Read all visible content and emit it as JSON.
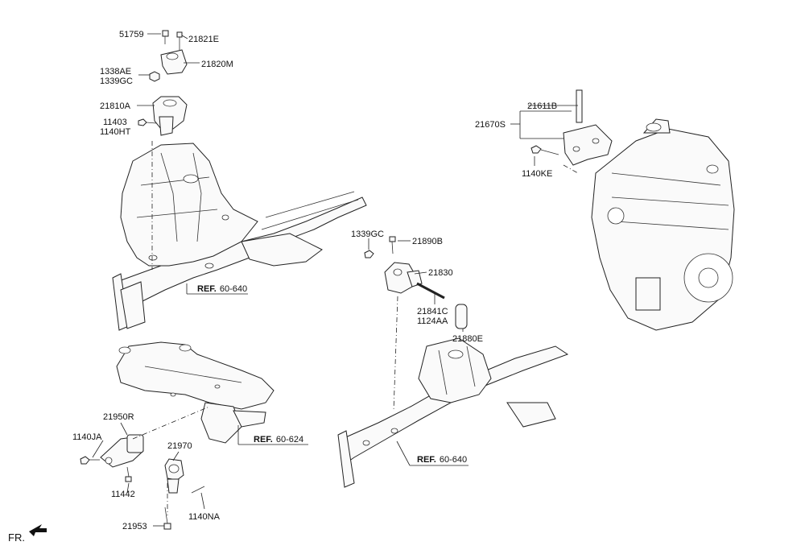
{
  "labels": {
    "p51759": "51759",
    "p21821E": "21821E",
    "p21820M": "21820M",
    "p1338AE": "1338AE",
    "p1339GC_a": "1339GC",
    "p21810A": "21810A",
    "p11403": "11403",
    "p1140HT": "1140HT",
    "p21611B": "21611B",
    "p21670S": "21670S",
    "p1140KE": "1140KE",
    "p1339GC_b": "1339GC",
    "p21890B": "21890B",
    "p21830": "21830",
    "p21841C": "21841C",
    "p1124AA": "1124AA",
    "p21880E": "21880E",
    "p21950R": "21950R",
    "p1140JA": "1140JA",
    "p21970": "21970",
    "p11442": "11442",
    "p21953": "21953",
    "p1140NA": "1140NA"
  },
  "refs": {
    "r1": {
      "prefix": "REF.",
      "code": "60-640"
    },
    "r2": {
      "prefix": "REF.",
      "code": "60-624"
    },
    "r3": {
      "prefix": "REF.",
      "code": "60-640"
    }
  },
  "direction": {
    "label": "FR."
  }
}
